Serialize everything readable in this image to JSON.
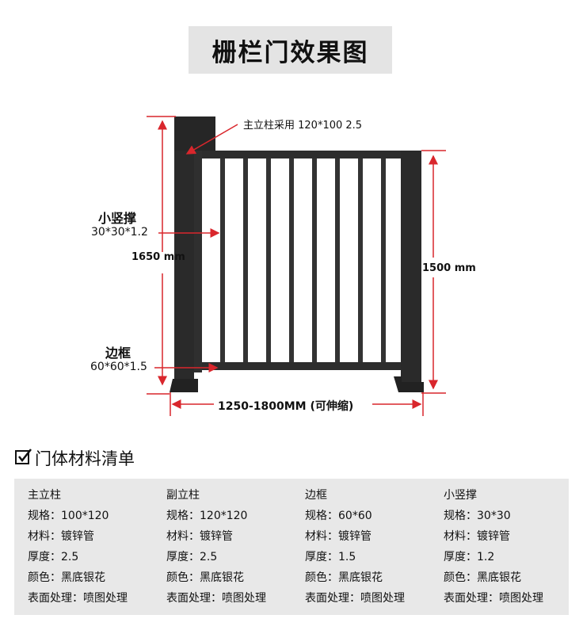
{
  "title": "栅栏门效果图",
  "diagram": {
    "main_post_note": "主立柱采用 120*100 2.5",
    "picket_label": "小竖撑",
    "picket_spec": "30*30*1.2",
    "frame_label": "边框",
    "frame_spec": "60*60*1.5",
    "left_height": "1650 mm",
    "right_height": "1500 mm",
    "width": "1250-1800MM (可伸缩)",
    "accent_color": "#d9262c"
  },
  "materials": {
    "heading": "门体材料清单",
    "icon": "checkbox-checked-icon",
    "columns": [
      {
        "name": "主立柱",
        "rows": [
          "规格：100*120",
          "材料：镀锌管",
          "厚度：2.5",
          "颜色：黑底银花",
          "表面处理：喷图处理"
        ]
      },
      {
        "name": "副立柱",
        "rows": [
          "规格：120*120",
          "材料：镀锌管",
          "厚度：2.5",
          "颜色：黑底银花",
          "表面处理：喷图处理"
        ]
      },
      {
        "name": "边框",
        "rows": [
          "规格：60*60",
          "材料：镀锌管",
          "厚度：1.5",
          "颜色：黑底银花",
          "表面处理：喷图处理"
        ]
      },
      {
        "name": "小竖撑",
        "rows": [
          "规格：30*30",
          "材料：镀锌管",
          "厚度：1.2",
          "颜色：黑底银花",
          "表面处理：喷图处理"
        ]
      }
    ]
  }
}
